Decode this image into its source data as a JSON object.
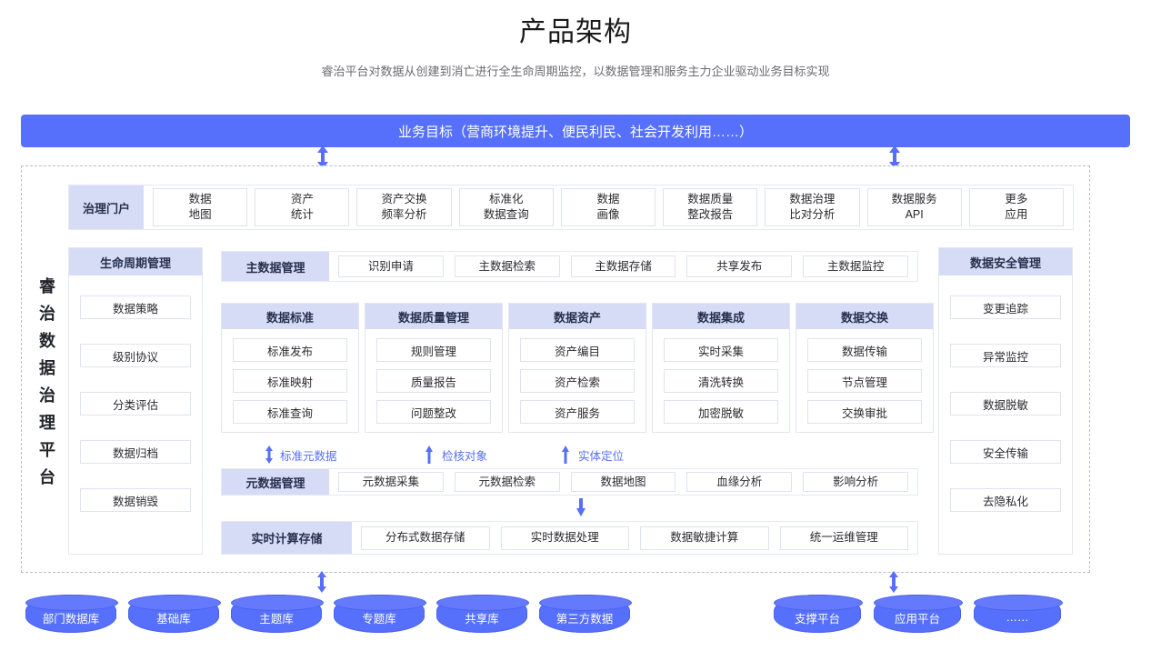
{
  "header": {
    "title": "产品架构",
    "subtitle": "睿治平台对数据从创建到消亡进行全生命周期监控，以数据管理和服务主力企业驱动业务目标实现"
  },
  "goal_bar": {
    "label": "业务目标（营商环境提升、便民利民、社会开发利用……）"
  },
  "brand": {
    "vertical_text": "睿治数据治理平台"
  },
  "portal": {
    "label": "治理门户",
    "tiles": [
      {
        "line1": "数据",
        "line2": "地图"
      },
      {
        "line1": "资产",
        "line2": "统计"
      },
      {
        "line1": "资产交换",
        "line2": "频率分析"
      },
      {
        "line1": "标准化",
        "line2": "数据查询"
      },
      {
        "line1": "数据",
        "line2": "画像"
      },
      {
        "line1": "数据质量",
        "line2": "整改报告"
      },
      {
        "line1": "数据治理",
        "line2": "比对分析"
      },
      {
        "line1": "数据服务",
        "line2": "API"
      },
      {
        "line1": "更多",
        "line2": "应用"
      }
    ]
  },
  "lifecycle": {
    "title": "生命周期管理",
    "items": [
      "数据策略",
      "级别协议",
      "分类评估",
      "数据归档",
      "数据销毁"
    ]
  },
  "master_data": {
    "label": "主数据管理",
    "tiles": [
      "识别申请",
      "主数据检索",
      "主数据存储",
      "共享发布",
      "主数据监控"
    ]
  },
  "columns": [
    {
      "title": "数据标准",
      "items": [
        "标准发布",
        "标准映射",
        "标准查询"
      ]
    },
    {
      "title": "数据质量管理",
      "items": [
        "规则管理",
        "质量报告",
        "问题整改"
      ]
    },
    {
      "title": "数据资产",
      "items": [
        "资产编目",
        "资产检索",
        "资产服务"
      ]
    },
    {
      "title": "数据集成",
      "items": [
        "实时采集",
        "清洗转换",
        "加密脱敏"
      ]
    },
    {
      "title": "数据交换",
      "items": [
        "数据传输",
        "节点管理",
        "交换审批"
      ]
    }
  ],
  "flow_labels": [
    {
      "text": "标准元数据",
      "arrow": "双向箭头"
    },
    {
      "text": "检核对象",
      "arrow": "上箭头"
    },
    {
      "text": "实体定位",
      "arrow": "上箭头"
    }
  ],
  "metadata": {
    "label": "元数据管理",
    "tiles": [
      "元数据采集",
      "元数据检索",
      "数据地图",
      "血缘分析",
      "影响分析"
    ]
  },
  "realtime": {
    "label": "实时计算存储",
    "tiles": [
      "分布式数据存储",
      "实时数据处理",
      "数据敏捷计算",
      "统一运维管理"
    ]
  },
  "security": {
    "title": "数据安全管理",
    "items": [
      "变更追踪",
      "异常监控",
      "数据脱敏",
      "安全传输",
      "去隐私化"
    ]
  },
  "databases": {
    "left": [
      "部门数据库",
      "基础库",
      "主题库",
      "专题库",
      "共享库",
      "第三方数据"
    ],
    "right": [
      "支撑平台",
      "应用平台",
      "……"
    ]
  },
  "colors": {
    "primary": "#5670fb",
    "header_band": "#d7dcf6",
    "border": "#dfe3f0",
    "text": "#2b2b30",
    "muted": "#6b6b72"
  }
}
